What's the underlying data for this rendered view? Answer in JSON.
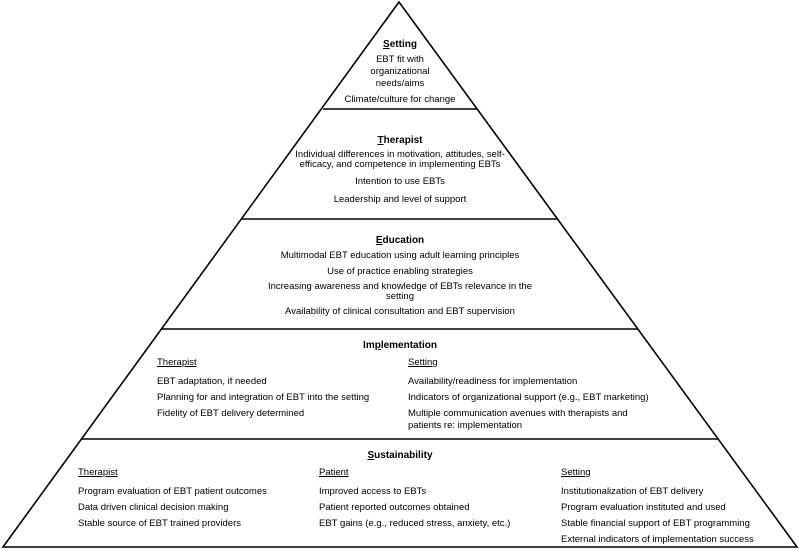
{
  "tiers": {
    "setting": {
      "title_first": "S",
      "title_rest": "etting",
      "items": [
        "EBT fit with organizational needs/aims",
        "Climate/culture for change"
      ]
    },
    "therapist": {
      "title_first": "T",
      "title_rest": "herapist",
      "items": [
        "Individual differences in motivation, attitudes, self-efficacy, and competence in implementing EBTs",
        "Intention to use EBTs",
        "Leadership and level of support"
      ]
    },
    "education": {
      "title_first": "E",
      "title_rest": "ducation",
      "items": [
        "Multimodal EBT education using adult learning principles",
        "Use of practice enabling strategies",
        "Increasing awareness and knowledge of EBTs relevance in the setting",
        "Availability of clinical consultation and EBT supervision"
      ]
    },
    "implementation": {
      "title_pre": "Im",
      "title_mid": "p",
      "title_post": "lementation",
      "therapist": {
        "heading": "Therapist",
        "items": [
          "EBT adaptation, if needed",
          "Planning for and integration of EBT into the setting",
          "Fidelity of EBT delivery determined"
        ]
      },
      "setting": {
        "heading": "Setting",
        "items": [
          "Availability/readiness for implementation",
          "Indicators of organizational support (e.g., EBT marketing)",
          "Multiple communication avenues with therapists and patients re: implementation"
        ]
      }
    },
    "sustainability": {
      "title_first": "S",
      "title_rest": "ustainability",
      "therapist": {
        "heading": "Therapist",
        "items": [
          "Program evaluation of EBT patient outcomes",
          "Data driven clinical decision making",
          "Stable source of EBT trained providers"
        ]
      },
      "patient": {
        "heading": "Patient",
        "items": [
          "Improved access to EBTs",
          "Patient reported outcomes obtained",
          "EBT gains (e.g., reduced stress, anxiety, etc.)"
        ]
      },
      "setting": {
        "heading": "Setting",
        "items": [
          "Institutionalization of EBT delivery",
          "Program evaluation instituted and used",
          "Stable financial support of EBT programming",
          "External indicators of implementation success"
        ]
      }
    }
  }
}
